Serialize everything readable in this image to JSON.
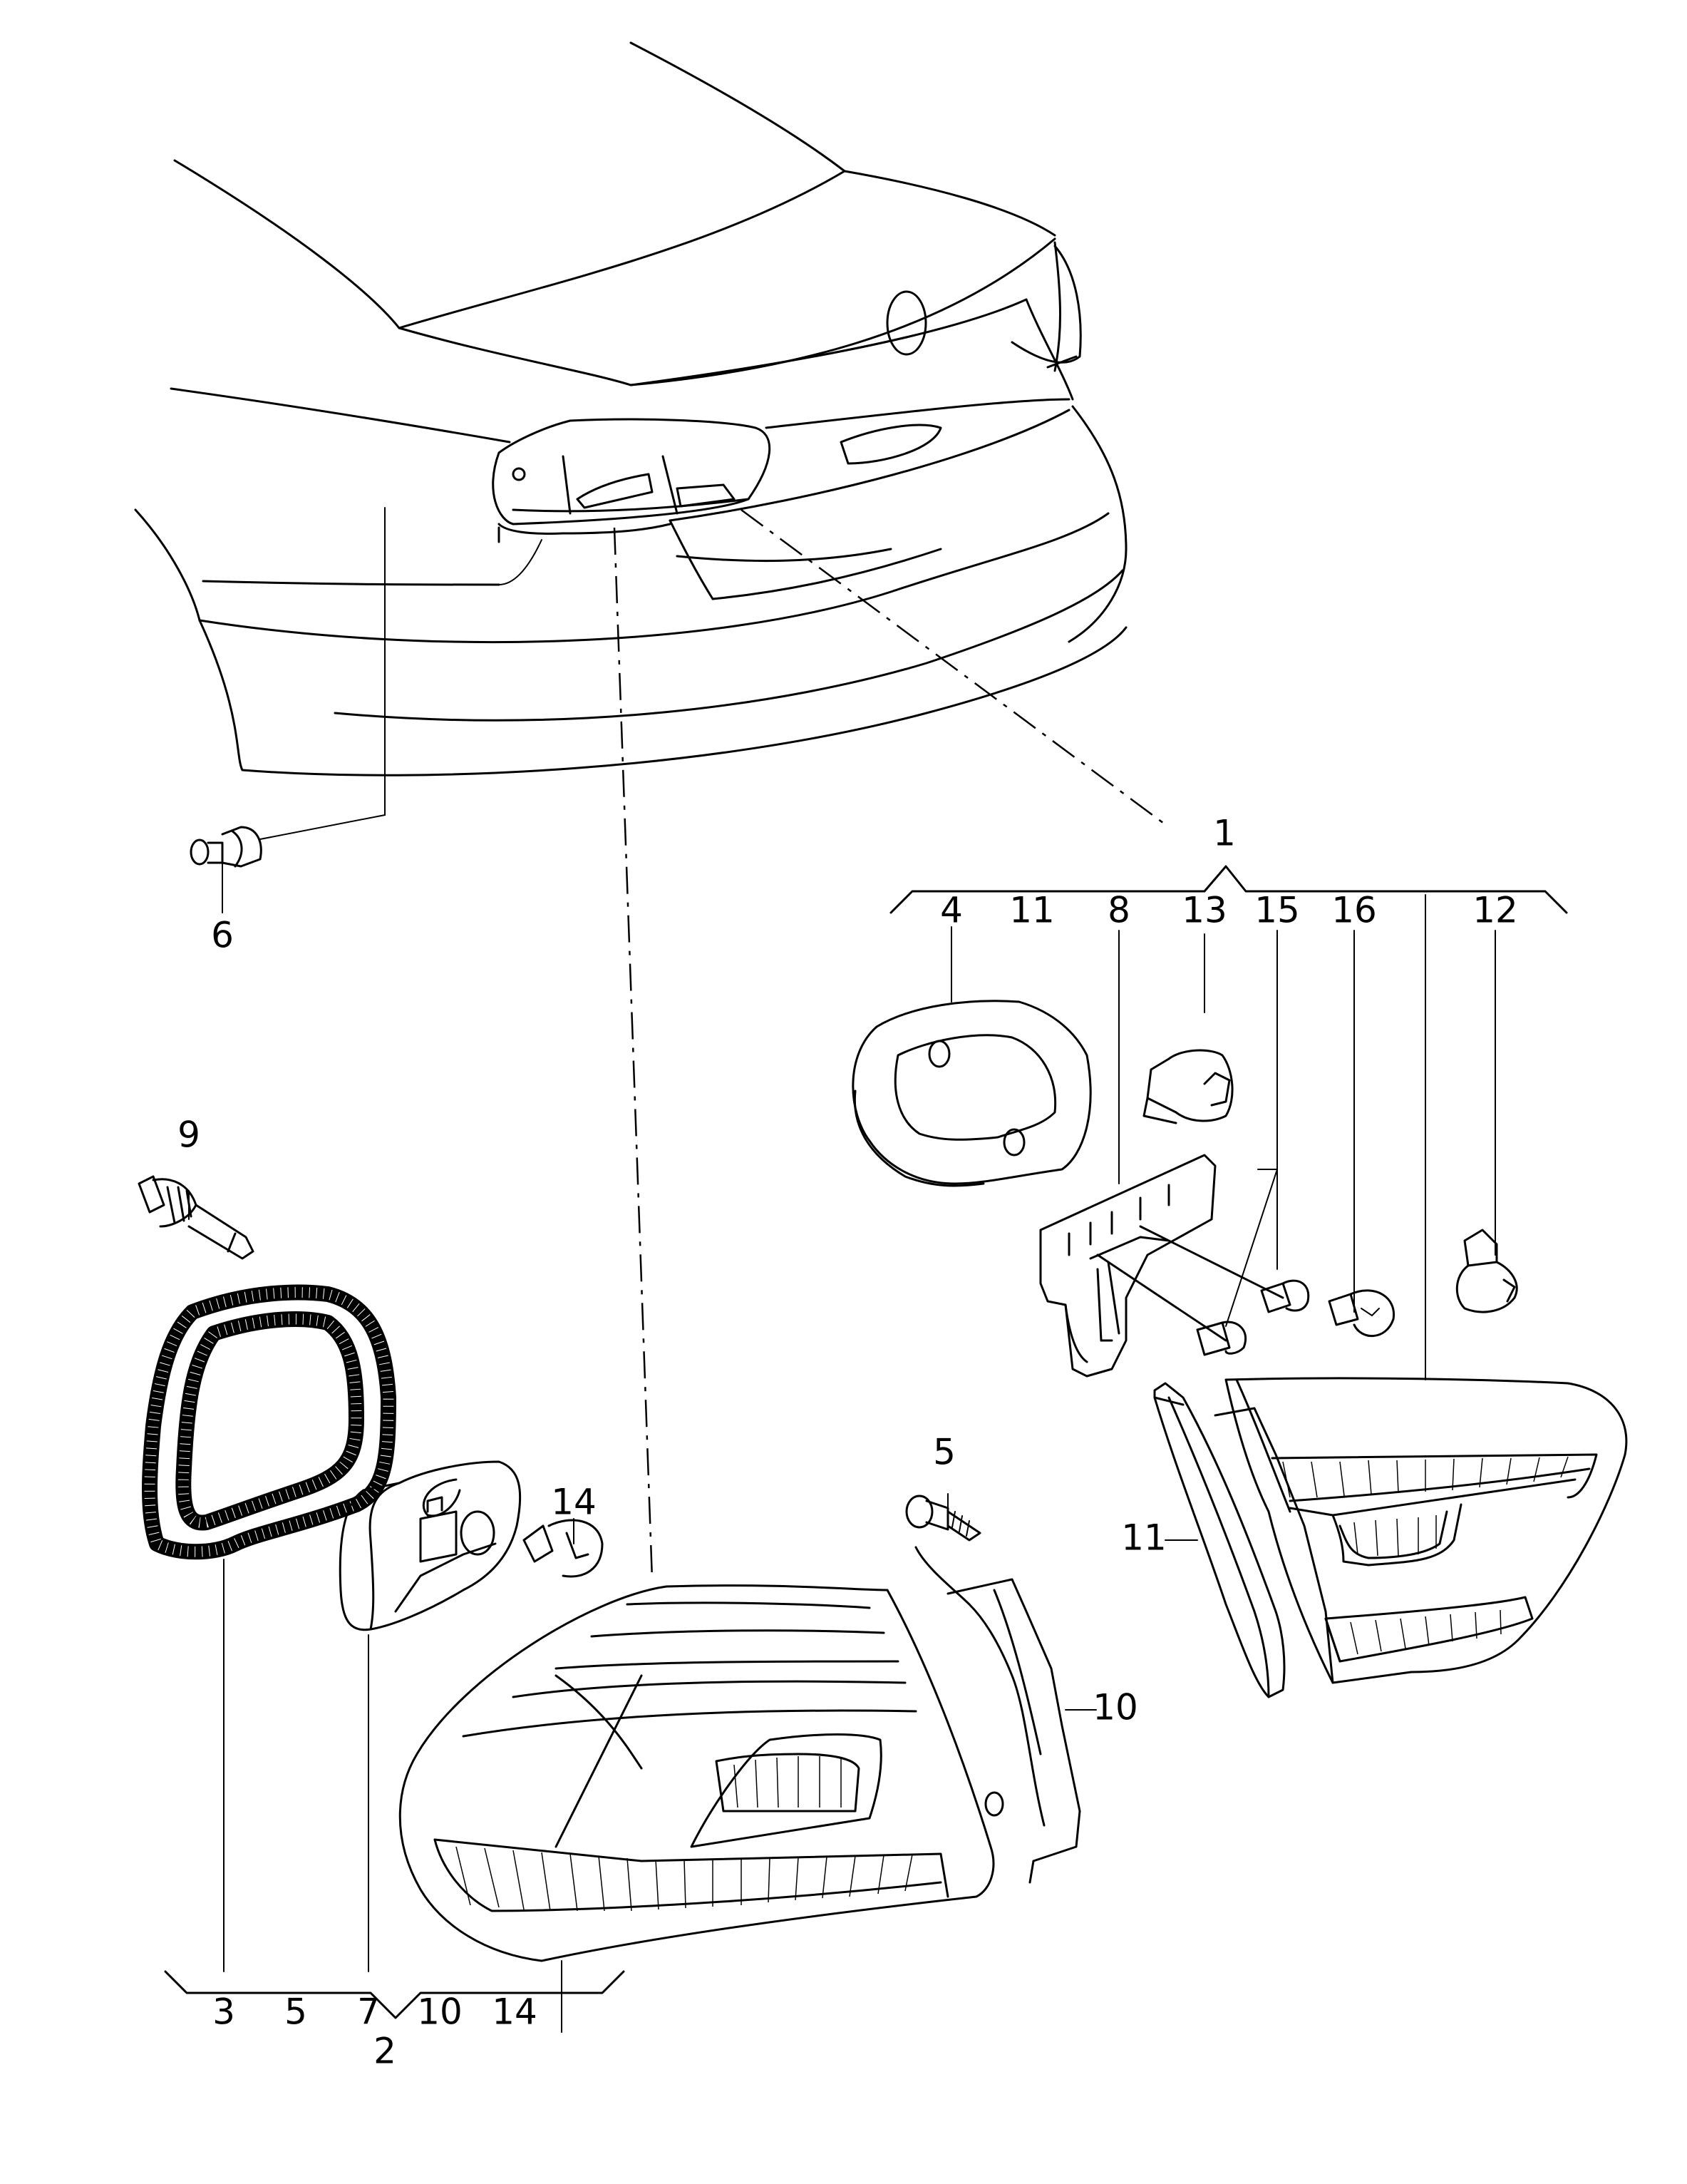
{
  "callouts": [
    {
      "id": "c1",
      "text": "1"
    },
    {
      "id": "c2",
      "text": "2"
    },
    {
      "id": "c3",
      "text": "3"
    },
    {
      "id": "c4",
      "text": "4"
    },
    {
      "id": "c5",
      "text": "5"
    },
    {
      "id": "c5b",
      "text": "5"
    },
    {
      "id": "c6",
      "text": "6"
    },
    {
      "id": "c7",
      "text": "7"
    },
    {
      "id": "c8",
      "text": "8"
    },
    {
      "id": "c9",
      "text": "9"
    },
    {
      "id": "c10",
      "text": "10"
    },
    {
      "id": "c10b",
      "text": "10"
    },
    {
      "id": "c11",
      "text": "11"
    },
    {
      "id": "c11b",
      "text": "11"
    },
    {
      "id": "c12",
      "text": "12"
    },
    {
      "id": "c13",
      "text": "13"
    },
    {
      "id": "c14",
      "text": "14"
    },
    {
      "id": "c14b",
      "text": "14"
    },
    {
      "id": "c15",
      "text": "15"
    },
    {
      "id": "c16",
      "text": "16"
    }
  ]
}
